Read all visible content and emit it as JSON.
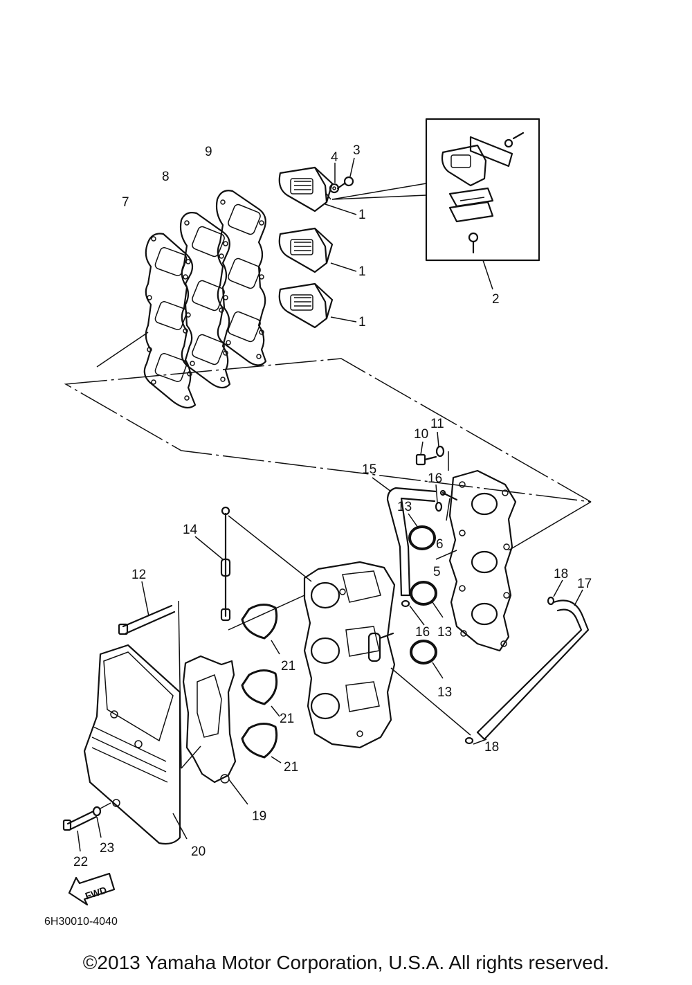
{
  "callouts": {
    "c1a": "1",
    "c1b": "1",
    "c1c": "1",
    "c2": "2",
    "c3": "3",
    "c4": "4",
    "c5": "5",
    "c6": "6",
    "c7": "7",
    "c8": "8",
    "c9": "9",
    "c10": "10",
    "c11": "11",
    "c12": "12",
    "c13a": "13",
    "c13b": "13",
    "c13c": "13",
    "c14": "14",
    "c15": "15",
    "c16a": "16",
    "c16b": "16",
    "c17": "17",
    "c18a": "18",
    "c18b": "18",
    "c19": "19",
    "c20": "20",
    "c21a": "21",
    "c21b": "21",
    "c21c": "21",
    "c22": "22",
    "c23": "23"
  },
  "fwd_label": "FWD",
  "drawing_code": "6H30010-4040",
  "copyright": "©2013 Yamaha Motor Corporation, U.S.A. All rights reserved."
}
